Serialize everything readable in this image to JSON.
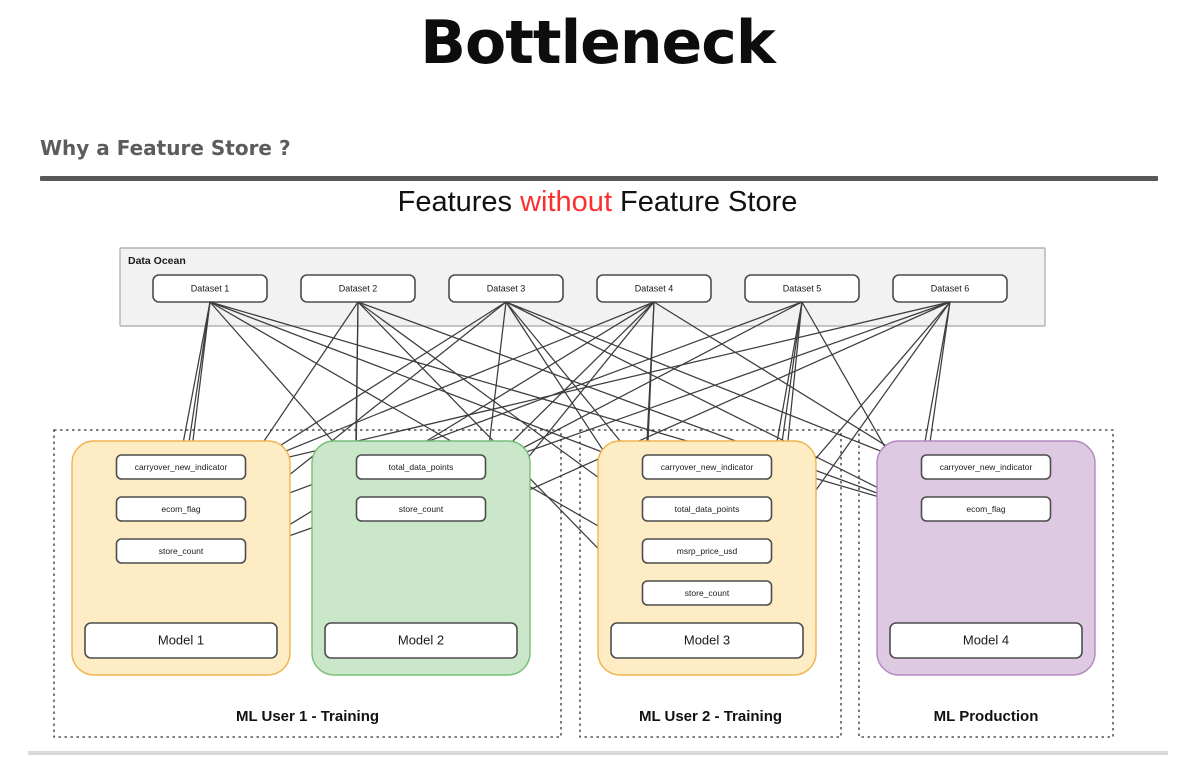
{
  "slide": {
    "title": "Bottleneck",
    "section_heading": "Why a Feature Store ?"
  },
  "diagram": {
    "heading_before": "Features ",
    "heading_accent": "without",
    "heading_after": " Feature Store",
    "accent_color": "#fb2f2f",
    "data_ocean": {
      "label": "Data Ocean",
      "datasets": [
        "Dataset 1",
        "Dataset 2",
        "Dataset 3",
        "Dataset 4",
        "Dataset 5",
        "Dataset 6"
      ]
    },
    "groups": [
      {
        "caption": "ML User 1 - Training",
        "boxes": [
          {
            "color": "#fdecc4",
            "border": "#f0b44e",
            "model": "Model 1",
            "features": [
              "carryover_new_indicator",
              "ecom_flag",
              "store_count"
            ]
          },
          {
            "color": "#cae7ca",
            "border": "#78be78",
            "model": "Model 2",
            "features": [
              "total_data_points",
              "store_count"
            ]
          }
        ]
      },
      {
        "caption": "ML User 2 - Training",
        "boxes": [
          {
            "color": "#fdecc4",
            "border": "#f0b44e",
            "model": "Model 3",
            "features": [
              "carryover_new_indicator",
              "total_data_points",
              "msrp_price_usd",
              "store_count"
            ]
          }
        ]
      },
      {
        "caption": "ML Production",
        "boxes": [
          {
            "color": "#dec9e3",
            "border": "#b387c0",
            "model": "Model 4",
            "features": [
              "carryover_new_indicator",
              "ecom_flag"
            ]
          }
        ]
      }
    ]
  }
}
